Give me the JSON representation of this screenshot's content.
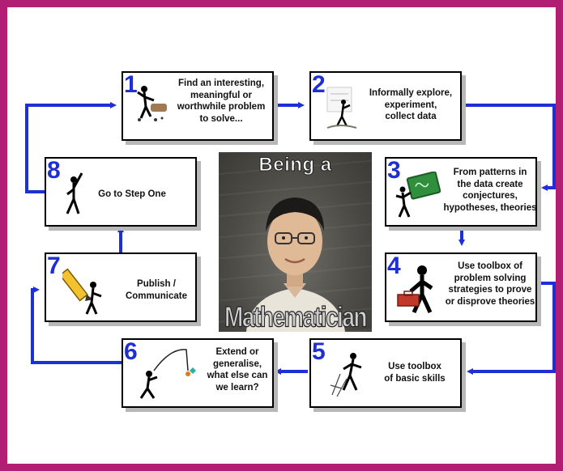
{
  "center": {
    "top_text": "Being a",
    "bottom_text": "Mathematician"
  },
  "steps": [
    {
      "number": "1",
      "text": "Find an interesting,\nmeaningful or\nworthwhile problem\nto solve..."
    },
    {
      "number": "2",
      "text": "Informally explore,\nexperiment,\ncollect data"
    },
    {
      "number": "3",
      "text": "From patterns in\nthe data create\nconjectures,\nhypotheses, theories"
    },
    {
      "number": "4",
      "text": "Use toolbox of\nproblem solving\nstrategies to prove\nor disprove theories"
    },
    {
      "number": "5",
      "text": "Use toolbox\nof basic skills"
    },
    {
      "number": "6",
      "text": "Extend or\ngeneralise,\nwhat else can\nwe learn?"
    },
    {
      "number": "7",
      "text": "Publish /\nCommunicate"
    },
    {
      "number": "8",
      "text": "Go to Step One"
    }
  ],
  "colors": {
    "border": "#b01f74",
    "arrow": "#1f2fd6",
    "number": "#1f2fd6"
  }
}
